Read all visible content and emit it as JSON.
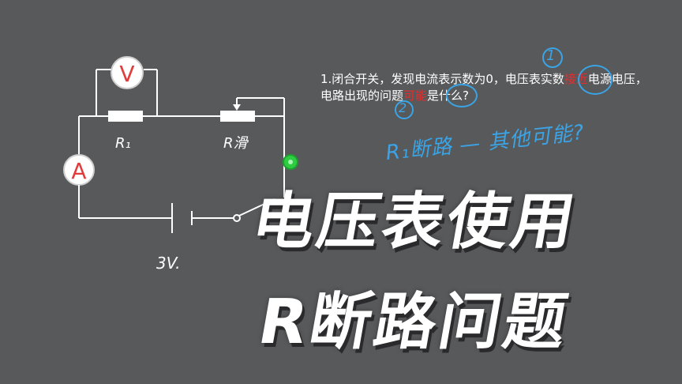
{
  "question": {
    "part1": "1.闭合开关，发现电流表示数为0，电压表实数",
    "highlight1": "接近",
    "part2": "电源电压，电路出现的问题",
    "highlight2": "可能",
    "part3": "是什么?"
  },
  "annotations": {
    "note": "R₁断路 — 其他可能?",
    "mark1": "1",
    "mark2": "2"
  },
  "circuit": {
    "voltmeter_label": "V",
    "ammeter_label": "A",
    "r1_label": "R₁",
    "rheostat_label": "R滑",
    "battery_label": "3V."
  },
  "titles": {
    "line1": "电压表使用",
    "line2": "R断路问题"
  },
  "colors": {
    "background": "#58595b",
    "highlight": "#e52d2d",
    "handwriting": "#3aa4e6",
    "marker": "#2ecc40"
  }
}
